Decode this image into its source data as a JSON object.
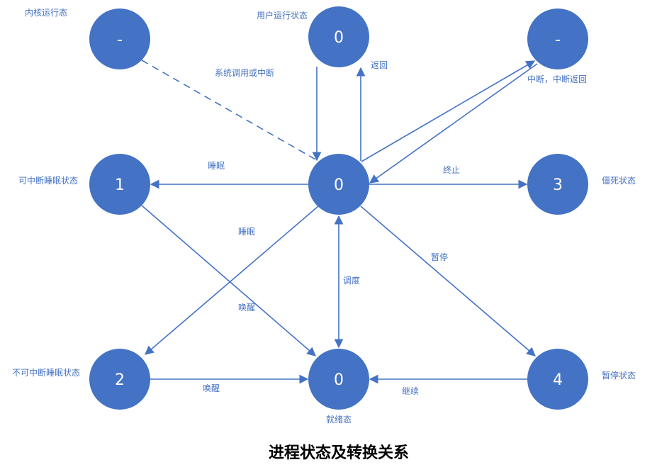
{
  "colors": {
    "node": "#4472C4",
    "edge": "#4472C4",
    "text": "#4472C4"
  },
  "title": "进程状态及转换关系",
  "nodes": {
    "kernel_running": {
      "value": "-",
      "label": "内核运行态"
    },
    "user_running": {
      "value": "0",
      "label": "用户运行状态"
    },
    "interrupt": {
      "value": "-",
      "label": "中断，中断返回"
    },
    "interruptible_sleep": {
      "value": "1",
      "label": "可中断睡眠状态"
    },
    "center": {
      "value": "0"
    },
    "zombie": {
      "value": "3",
      "label": "僵死状态"
    },
    "uninterruptible_sleep": {
      "value": "2",
      "label": "不可中断睡眠状态"
    },
    "ready": {
      "value": "0",
      "label": "就绪态"
    },
    "stopped": {
      "value": "4",
      "label": "暂停状态"
    }
  },
  "edges": {
    "syscall": "系统调用或中断",
    "return": "返回",
    "sleep_left": "睡眠",
    "terminate": "终止",
    "sleep_diag": "睡眠",
    "pause": "暂停",
    "schedule": "调度",
    "wakeup_diag": "唤醒",
    "wakeup_bottom": "唤醒",
    "continue": "继续"
  }
}
